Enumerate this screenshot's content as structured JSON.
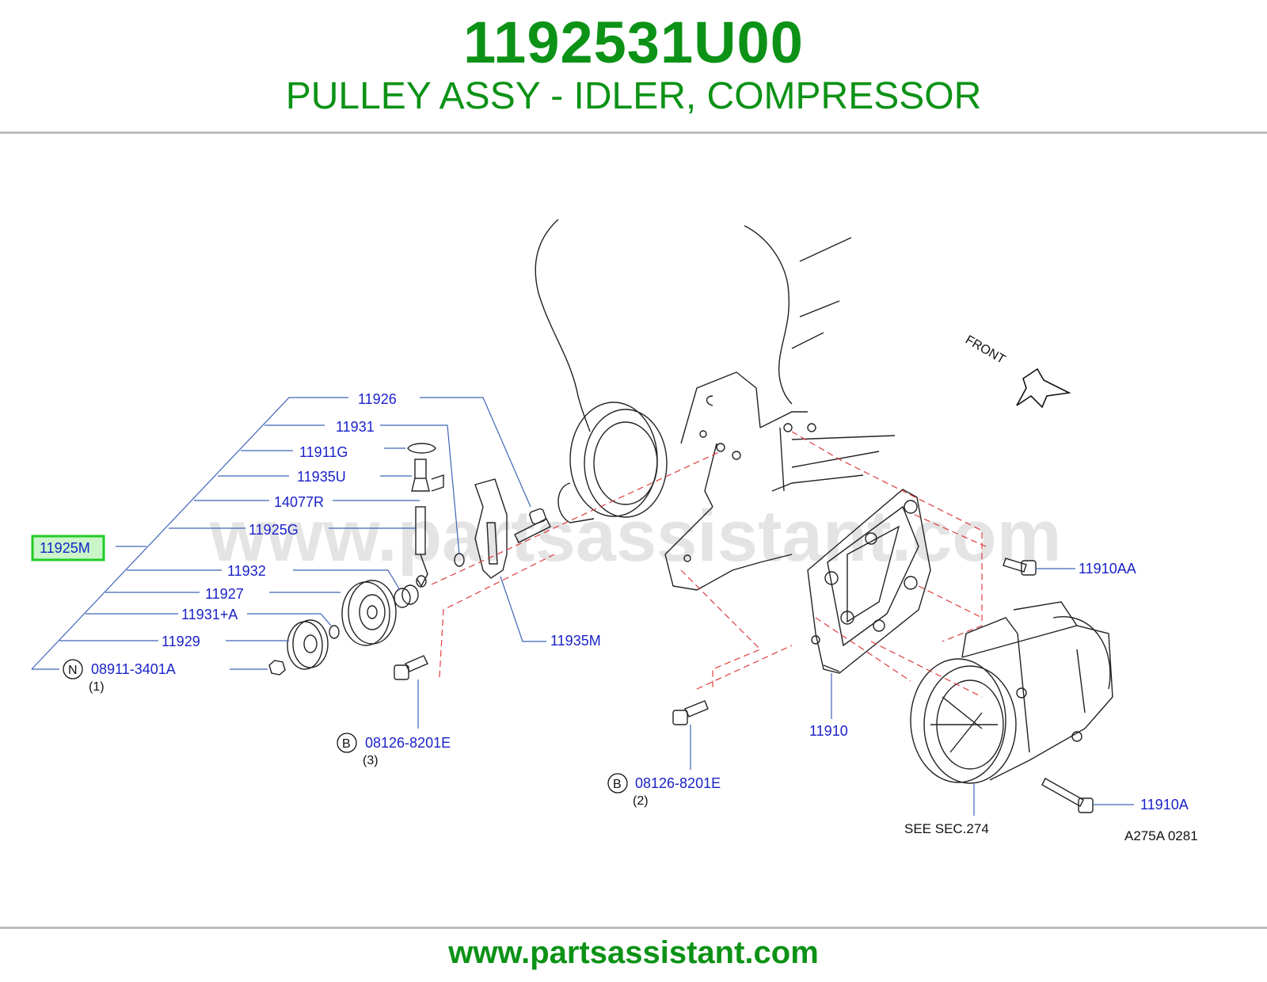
{
  "header": {
    "part_number": "1192531U00",
    "description": "PULLEY ASSY - IDLER, COMPRESSOR"
  },
  "footer": {
    "url": "www.partsassistant.com"
  },
  "watermark": "www.partsassistant.com",
  "colors": {
    "brand_green": "#0c9216",
    "label_blue": "#1a22c8",
    "highlight_box": "#22cc22",
    "dashed_red": "#e03c3c"
  },
  "diagram": {
    "highlighted": "11925M",
    "labels": {
      "p11926": "11926",
      "p11931": "11931",
      "p11911G": "11911G",
      "p11935U": "11935U",
      "p14077R": "14077R",
      "p11925G": "11925G",
      "p11932": "11932",
      "p11927": "11927",
      "p11931A": "11931+A",
      "p11929": "11929",
      "p08911": "08911-3401A",
      "p08911_qty": "(1)",
      "p08126a": "08126-8201E",
      "p08126a_qty": "(3)",
      "p08126b": "08126-8201E",
      "p08126b_qty": "(2)",
      "p11935M": "11935M",
      "p11910": "11910",
      "p11910AA": "11910AA",
      "p11910A": "11910A"
    },
    "circle_marks": {
      "n": "N",
      "b1": "B",
      "b2": "B"
    },
    "front_label": "FRONT",
    "see_sec": "SEE   SEC.274",
    "ref_code": "A275A   0281"
  }
}
